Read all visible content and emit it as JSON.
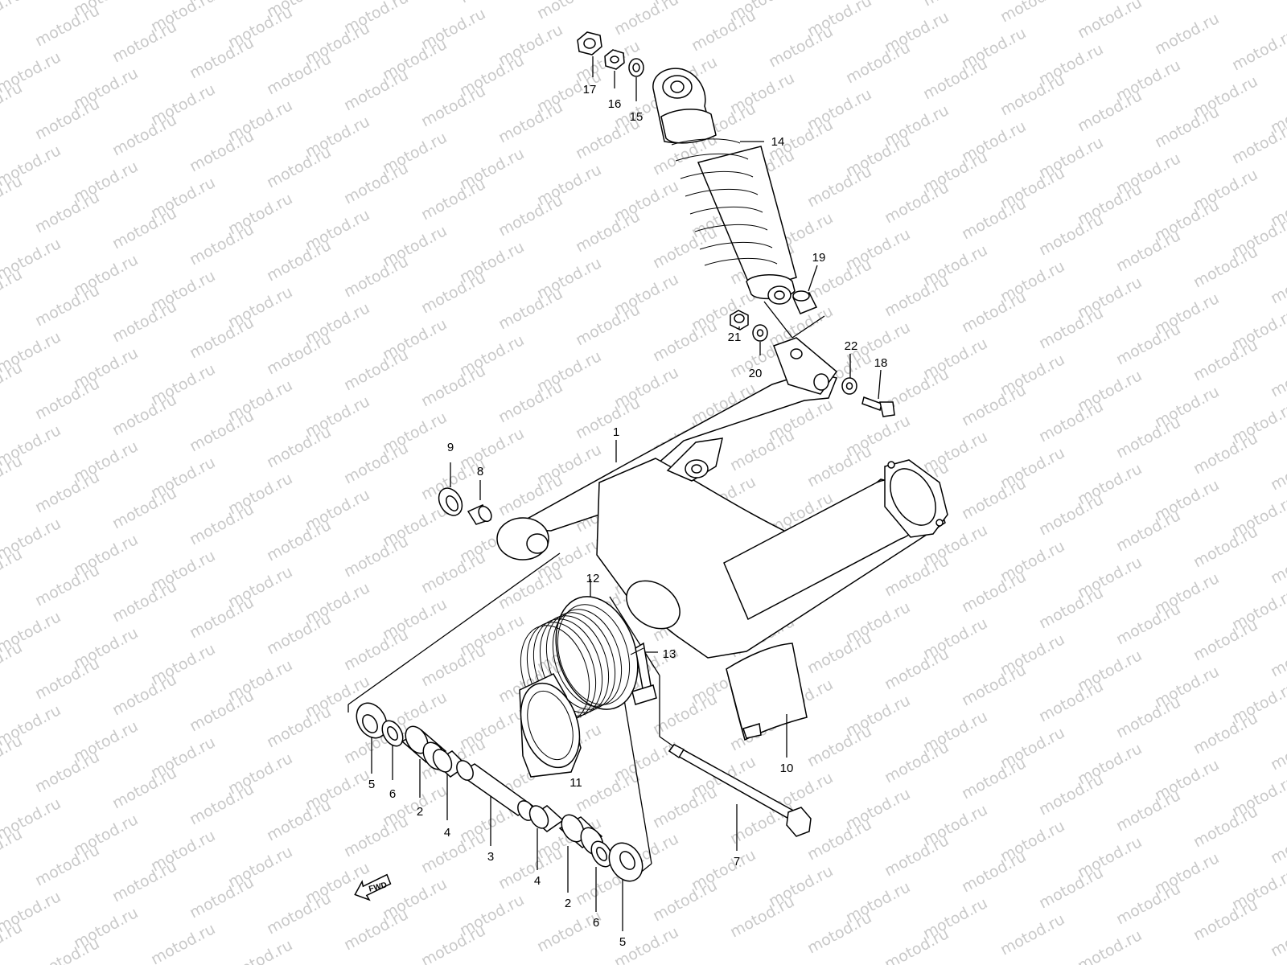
{
  "watermark": {
    "text": "motod.ru",
    "color": "#c9c9c9"
  },
  "direction_arrow": {
    "text": "FWD"
  },
  "callouts": [
    {
      "id": "c17",
      "label": "17"
    },
    {
      "id": "c16",
      "label": "16"
    },
    {
      "id": "c15",
      "label": "15"
    },
    {
      "id": "c14",
      "label": "14"
    },
    {
      "id": "c19",
      "label": "19"
    },
    {
      "id": "c21",
      "label": "21"
    },
    {
      "id": "c20",
      "label": "20"
    },
    {
      "id": "c22",
      "label": "22"
    },
    {
      "id": "c18",
      "label": "18"
    },
    {
      "id": "c1",
      "label": "1"
    },
    {
      "id": "c9",
      "label": "9"
    },
    {
      "id": "c8",
      "label": "8"
    },
    {
      "id": "c12",
      "label": "12"
    },
    {
      "id": "c13",
      "label": "13"
    },
    {
      "id": "c10",
      "label": "10"
    },
    {
      "id": "c11",
      "label": "11"
    },
    {
      "id": "c5a",
      "label": "5"
    },
    {
      "id": "c6a",
      "label": "6"
    },
    {
      "id": "c2a",
      "label": "2"
    },
    {
      "id": "c4a",
      "label": "4"
    },
    {
      "id": "c3",
      "label": "3"
    },
    {
      "id": "c4b",
      "label": "4"
    },
    {
      "id": "c2b",
      "label": "2"
    },
    {
      "id": "c6b",
      "label": "6"
    },
    {
      "id": "c5b",
      "label": "5"
    },
    {
      "id": "c7",
      "label": "7"
    }
  ]
}
